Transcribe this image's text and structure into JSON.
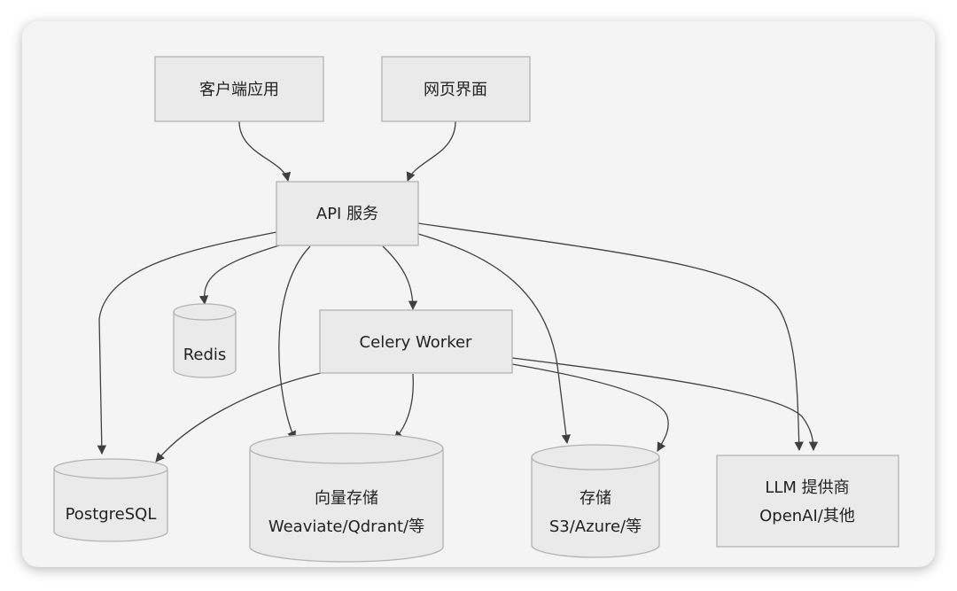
{
  "nodes": {
    "client_app": {
      "label": "客户端应用"
    },
    "web_ui": {
      "label": "网页界面"
    },
    "api": {
      "label": "API 服务"
    },
    "redis": {
      "label": "Redis"
    },
    "celery": {
      "label": "Celery Worker"
    },
    "postgres": {
      "label": "PostgreSQL"
    },
    "vector": {
      "line1": "向量存储",
      "line2": "Weaviate/Qdrant/等"
    },
    "storage": {
      "line1": "存储",
      "line2": "S3/Azure/等"
    },
    "llm": {
      "line1": "LLM 提供商",
      "line2": "OpenAI/其他"
    }
  }
}
